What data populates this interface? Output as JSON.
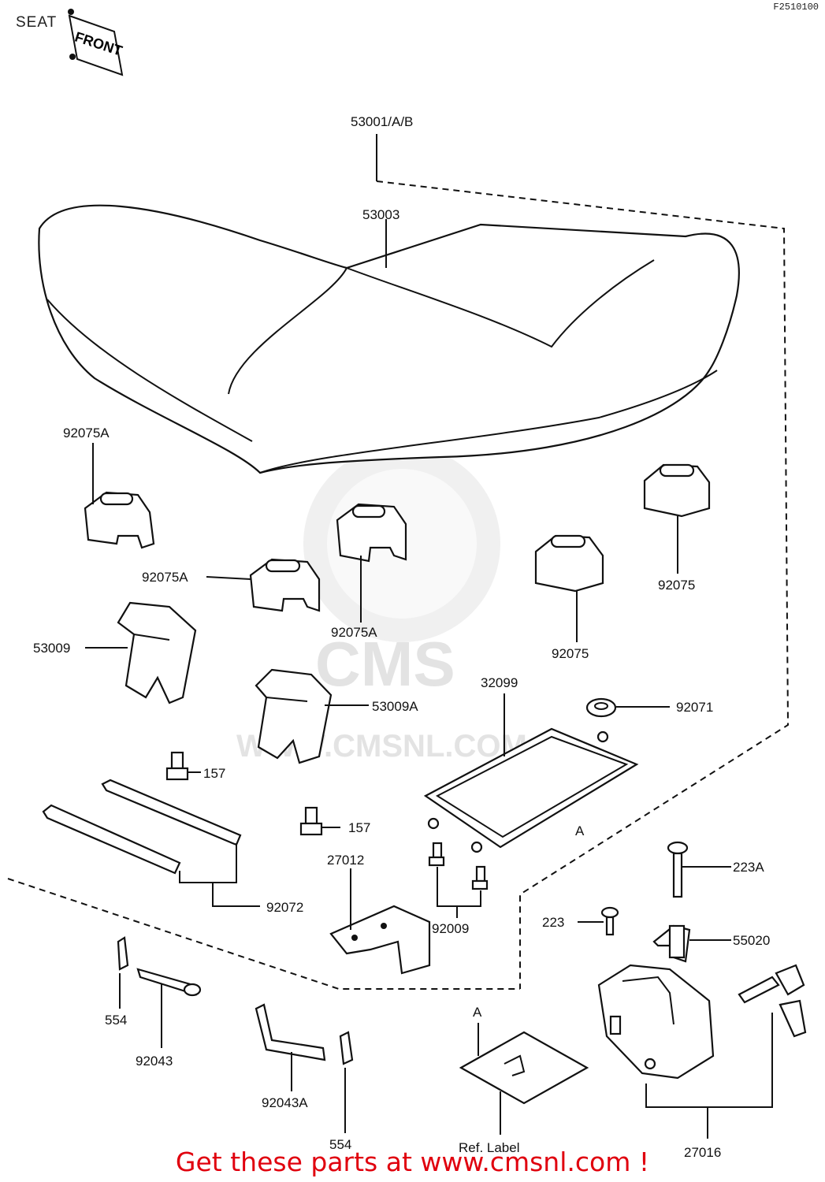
{
  "title": "SEAT",
  "diagram_code": "F2510100",
  "front_tag": "FRONT",
  "watermark": {
    "logo": "CMS",
    "url": "WWW.CMSNL.COM"
  },
  "footer": "Get these parts at www.cmsnl.com !",
  "labels": {
    "p53001": "53001/A/B",
    "p53003": "53003",
    "p92075A_1": "92075A",
    "p92075A_2": "92075A",
    "p92075A_3": "92075A",
    "p92075_1": "92075",
    "p92075_2": "92075",
    "p53009": "53009",
    "p53009A": "53009A",
    "p32099": "32099",
    "p92071": "92071",
    "p157_1": "157",
    "p157_2": "157",
    "p92072": "92072",
    "p27012": "27012",
    "p92009": "92009",
    "p223A": "223A",
    "p223": "223",
    "p55020": "55020",
    "p554_1": "554",
    "p554_2": "554",
    "p92043": "92043",
    "p92043A": "92043A",
    "ref_label": "Ref. Label",
    "p27016": "27016",
    "markA_1": "A",
    "markA_2": "A"
  }
}
